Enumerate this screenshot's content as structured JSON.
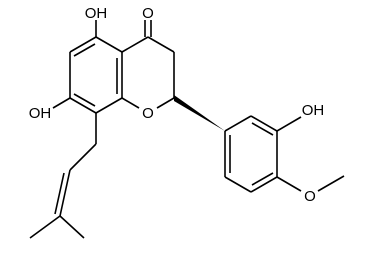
{
  "molecule": {
    "atom_labels": {
      "oh_c5": "OH",
      "o_ketone": "O",
      "oh_c7": "OH",
      "o_ring": "O",
      "oh_c3p": "OH",
      "o_methoxy": "O"
    }
  }
}
